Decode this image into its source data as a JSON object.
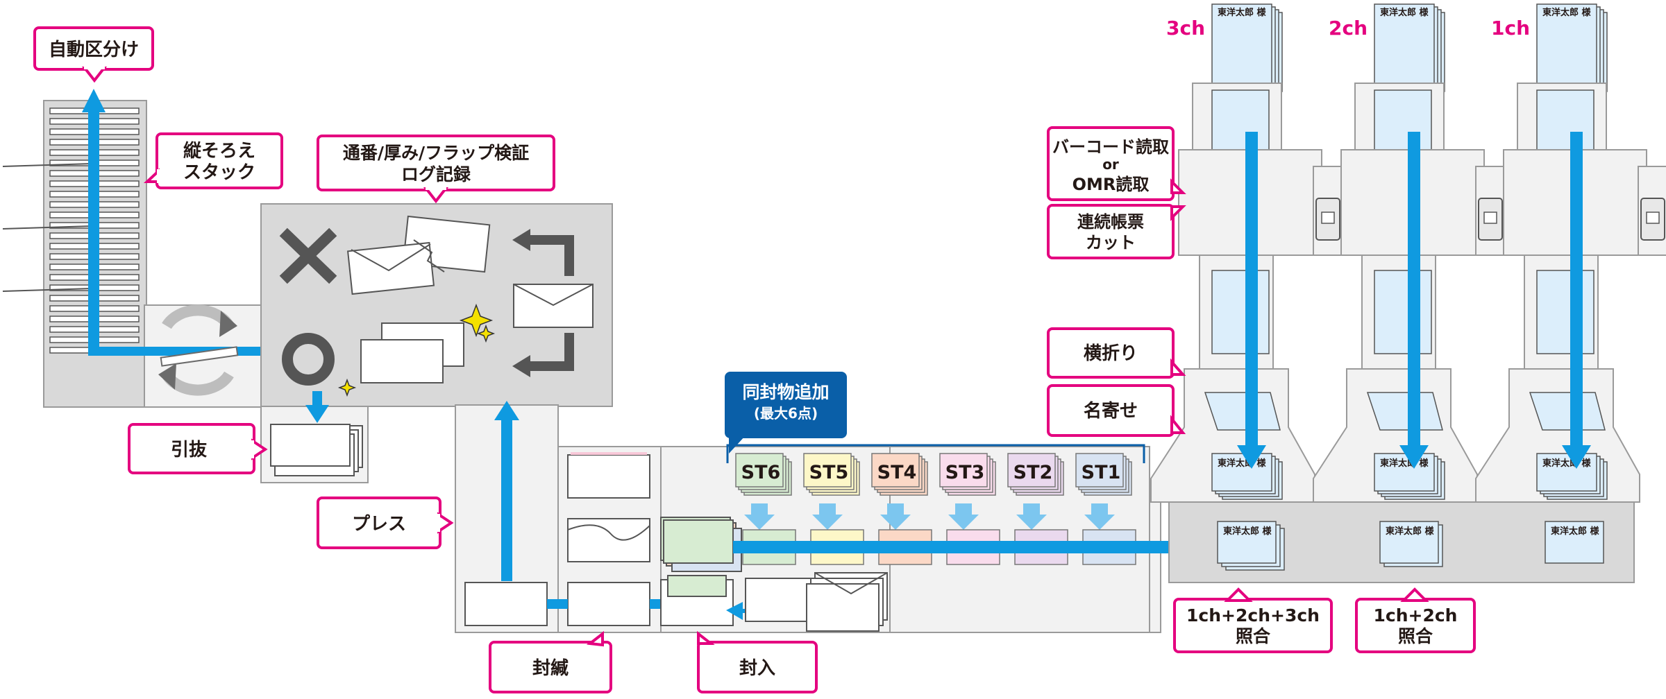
{
  "colors": {
    "accent_pink": "#e4007f",
    "flow_blue": "#0f9ae0",
    "header_navy": "#0a5fa8",
    "machine_gray": "#d9d9d9"
  },
  "labels": {
    "auto_sort": "自動区分け",
    "vertical_stack_1": "縦そろえ",
    "vertical_stack_2": "スタック",
    "verify_1": "通番/厚み/フラップ検証",
    "verify_2": "ログ記録",
    "reject": "引抜",
    "press": "プレス",
    "seal": "封緘",
    "insert": "封入",
    "barcode_1": "バーコード読取",
    "barcode_2": "or",
    "barcode_3": "OMR読取",
    "cut_1": "連続帳票",
    "cut_2": "カット",
    "fold": "横折り",
    "name_match": "名寄せ",
    "match_3ch_1": "1ch+2ch+3ch",
    "match_3ch_2": "照合",
    "match_2ch_1": "1ch+2ch",
    "match_2ch_2": "照合",
    "enclosure_1": "同封物追加",
    "enclosure_2": "(最大6点)"
  },
  "channels": [
    "3ch",
    "2ch",
    "1ch"
  ],
  "stations": [
    "ST6",
    "ST5",
    "ST4",
    "ST3",
    "ST2",
    "ST1"
  ],
  "station_colors": [
    "#d7ecd2",
    "#fdf7c8",
    "#fbd8c6",
    "#f9dcec",
    "#ead9ee",
    "#d8e3f2"
  ],
  "doc_name": "東洋太郎",
  "doc_suffix": "様"
}
